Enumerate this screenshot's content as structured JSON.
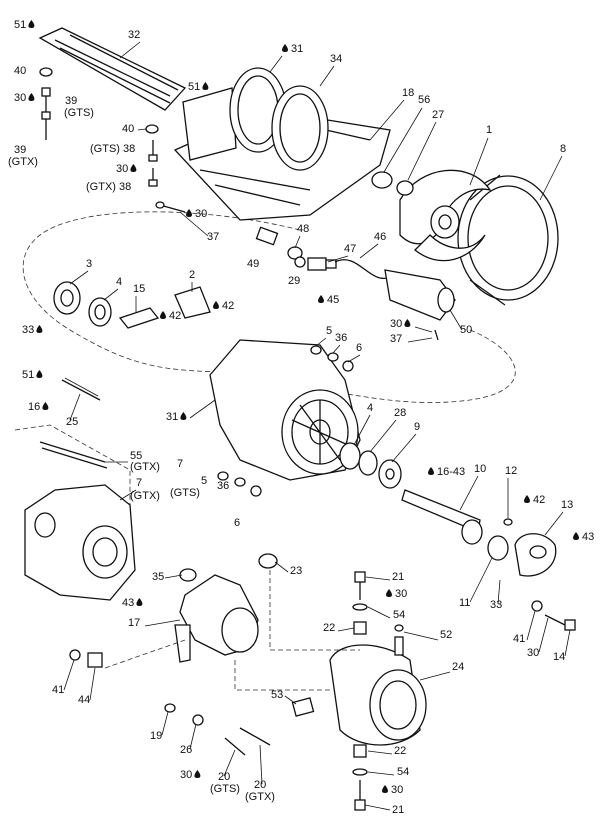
{
  "diagram": {
    "callouts": [
      {
        "id": "c51a",
        "text": "51",
        "drop": true
      },
      {
        "id": "c32",
        "text": "32"
      },
      {
        "id": "c31a",
        "text": "31",
        "drop": true,
        "drop_first": true
      },
      {
        "id": "c34",
        "text": "34"
      },
      {
        "id": "c40a",
        "text": "40"
      },
      {
        "id": "c30a",
        "text": "30",
        "drop": true
      },
      {
        "id": "c39gts",
        "text": "39"
      },
      {
        "id": "c39gts_l",
        "text": "(GTS)"
      },
      {
        "id": "c51b",
        "text": "51",
        "drop": true
      },
      {
        "id": "c18",
        "text": "18"
      },
      {
        "id": "c56",
        "text": "56"
      },
      {
        "id": "c27",
        "text": "27"
      },
      {
        "id": "c1",
        "text": "1"
      },
      {
        "id": "c8",
        "text": "8"
      },
      {
        "id": "c40b",
        "text": "40"
      },
      {
        "id": "c39gtx",
        "text": "39"
      },
      {
        "id": "c39gtx_l",
        "text": "(GTX)"
      },
      {
        "id": "c38gts",
        "text": "(GTS) 38"
      },
      {
        "id": "c30b",
        "text": "30",
        "drop": true
      },
      {
        "id": "c38gtx",
        "text": "(GTX) 38"
      },
      {
        "id": "c30c",
        "text": "30",
        "drop": true,
        "drop_first": true
      },
      {
        "id": "c37a",
        "text": "37"
      },
      {
        "id": "c48",
        "text": "48"
      },
      {
        "id": "c46",
        "text": "46"
      },
      {
        "id": "c47",
        "text": "47"
      },
      {
        "id": "c49",
        "text": "49"
      },
      {
        "id": "c29",
        "text": "29"
      },
      {
        "id": "c45",
        "text": "45",
        "drop": true,
        "drop_first": true
      },
      {
        "id": "c3",
        "text": "3"
      },
      {
        "id": "c2",
        "text": "2"
      },
      {
        "id": "c4a",
        "text": "4"
      },
      {
        "id": "c15",
        "text": "15"
      },
      {
        "id": "c42a",
        "text": "42",
        "drop": true,
        "drop_first": true
      },
      {
        "id": "c42b",
        "text": "42",
        "drop": true,
        "drop_first": true
      },
      {
        "id": "c33a",
        "text": "33",
        "drop": true
      },
      {
        "id": "c30d",
        "text": "30",
        "drop": true
      },
      {
        "id": "c50",
        "text": "50"
      },
      {
        "id": "c37b",
        "text": "37"
      },
      {
        "id": "c5a",
        "text": "5"
      },
      {
        "id": "c36a",
        "text": "36"
      },
      {
        "id": "c6a",
        "text": "6"
      },
      {
        "id": "c51c",
        "text": "51",
        "drop": true
      },
      {
        "id": "c16a",
        "text": "16",
        "drop": true
      },
      {
        "id": "c25",
        "text": "25"
      },
      {
        "id": "c31b",
        "text": "31",
        "drop": true
      },
      {
        "id": "c4b",
        "text": "4"
      },
      {
        "id": "c28",
        "text": "28"
      },
      {
        "id": "c9",
        "text": "9"
      },
      {
        "id": "c55",
        "text": "55"
      },
      {
        "id": "c55_l",
        "text": "(GTX)"
      },
      {
        "id": "c7gts",
        "text": "7"
      },
      {
        "id": "c7gts_l",
        "text": "(GTS)"
      },
      {
        "id": "c16b",
        "text": "16-43",
        "drop": true,
        "drop_first": true
      },
      {
        "id": "c10",
        "text": "10"
      },
      {
        "id": "c12",
        "text": "12"
      },
      {
        "id": "c5b",
        "text": "5"
      },
      {
        "id": "c36b",
        "text": "36"
      },
      {
        "id": "c6b",
        "text": "6"
      },
      {
        "id": "c7gtx",
        "text": "7"
      },
      {
        "id": "c7gtx_l",
        "text": "(GTX)"
      },
      {
        "id": "c42c",
        "text": "42",
        "drop": true,
        "drop_first": true
      },
      {
        "id": "c13",
        "text": "13"
      },
      {
        "id": "c43a",
        "text": "43",
        "drop": true,
        "drop_first": true
      },
      {
        "id": "c23",
        "text": "23"
      },
      {
        "id": "c35",
        "text": "35"
      },
      {
        "id": "c21a",
        "text": "21"
      },
      {
        "id": "c30e",
        "text": "30",
        "drop": true,
        "drop_first": true
      },
      {
        "id": "c43b",
        "text": "43",
        "drop": true
      },
      {
        "id": "c33b",
        "text": "33"
      },
      {
        "id": "c11",
        "text": "11"
      },
      {
        "id": "c54a",
        "text": "54"
      },
      {
        "id": "c17",
        "text": "17"
      },
      {
        "id": "c22a",
        "text": "22"
      },
      {
        "id": "c52",
        "text": "52"
      },
      {
        "id": "c41a",
        "text": "41"
      },
      {
        "id": "c14",
        "text": "14"
      },
      {
        "id": "c30f",
        "text": "30"
      },
      {
        "id": "c24",
        "text": "24"
      },
      {
        "id": "c41b",
        "text": "41"
      },
      {
        "id": "c44",
        "text": "44"
      },
      {
        "id": "c53",
        "text": "53"
      },
      {
        "id": "c19",
        "text": "19"
      },
      {
        "id": "c26",
        "text": "26"
      },
      {
        "id": "c22b",
        "text": "22"
      },
      {
        "id": "c54b",
        "text": "54"
      },
      {
        "id": "c30g",
        "text": "30",
        "drop": true
      },
      {
        "id": "c20gts",
        "text": "20"
      },
      {
        "id": "c20gts_l",
        "text": "(GTS)"
      },
      {
        "id": "c20gtx",
        "text": "20"
      },
      {
        "id": "c20gtx_l",
        "text": "(GTX)"
      },
      {
        "id": "c30h",
        "text": "30",
        "drop": true,
        "drop_first": true
      },
      {
        "id": "c21b",
        "text": "21"
      }
    ]
  }
}
